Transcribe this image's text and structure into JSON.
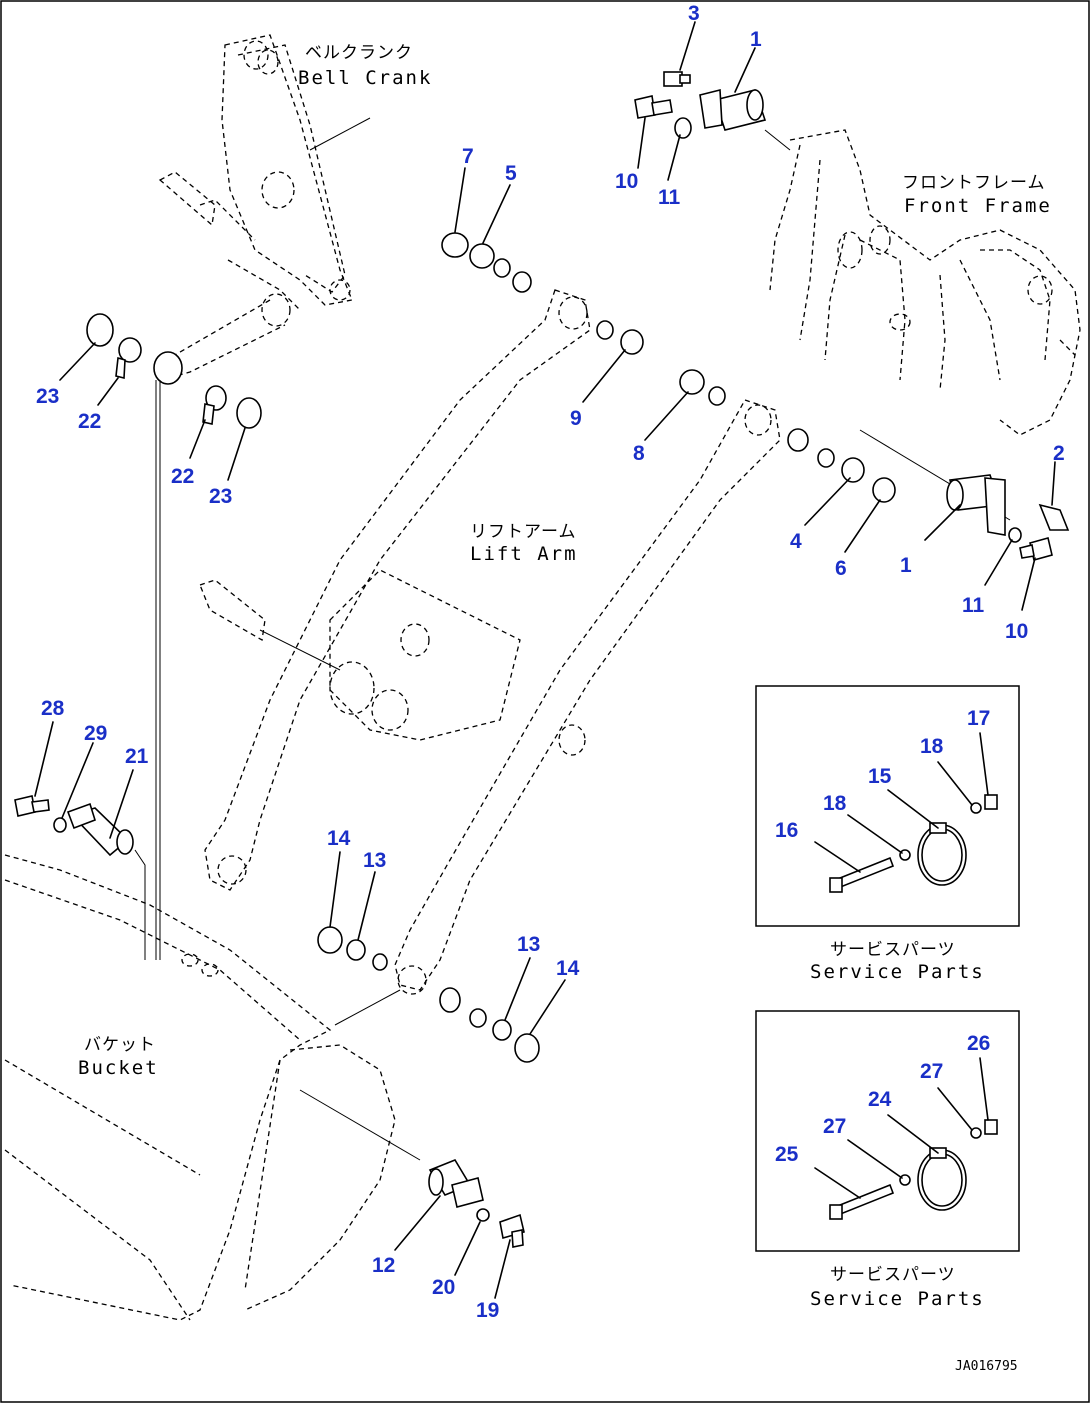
{
  "labels": {
    "bell_crank_jp": "ベルクランク",
    "bell_crank_en": "Bell Crank",
    "front_frame_jp": "フロントフレーム",
    "front_frame_en": "Front Frame",
    "lift_arm_jp": "リフトアーム",
    "lift_arm_en": "Lift Arm",
    "bucket_jp": "バケット",
    "bucket_en": "Bucket",
    "service_parts_jp": "サービスパーツ",
    "service_parts_en": "Service Parts",
    "drawing_code": "JA016795"
  },
  "callouts": {
    "c1a": "1",
    "c1b": "1",
    "c2": "2",
    "c3": "3",
    "c4": "4",
    "c5": "5",
    "c6": "6",
    "c7": "7",
    "c8": "8",
    "c9": "9",
    "c10a": "10",
    "c10b": "10",
    "c11a": "11",
    "c11b": "11",
    "c12": "12",
    "c13a": "13",
    "c13b": "13",
    "c14a": "14",
    "c14b": "14",
    "c15": "15",
    "c16": "16",
    "c17": "17",
    "c18a": "18",
    "c18b": "18",
    "c19": "19",
    "c20": "20",
    "c21": "21",
    "c22a": "22",
    "c22b": "22",
    "c23a": "23",
    "c23b": "23",
    "c24": "24",
    "c25": "25",
    "c26": "26",
    "c27a": "27",
    "c27b": "27",
    "c28": "28",
    "c29": "29"
  }
}
